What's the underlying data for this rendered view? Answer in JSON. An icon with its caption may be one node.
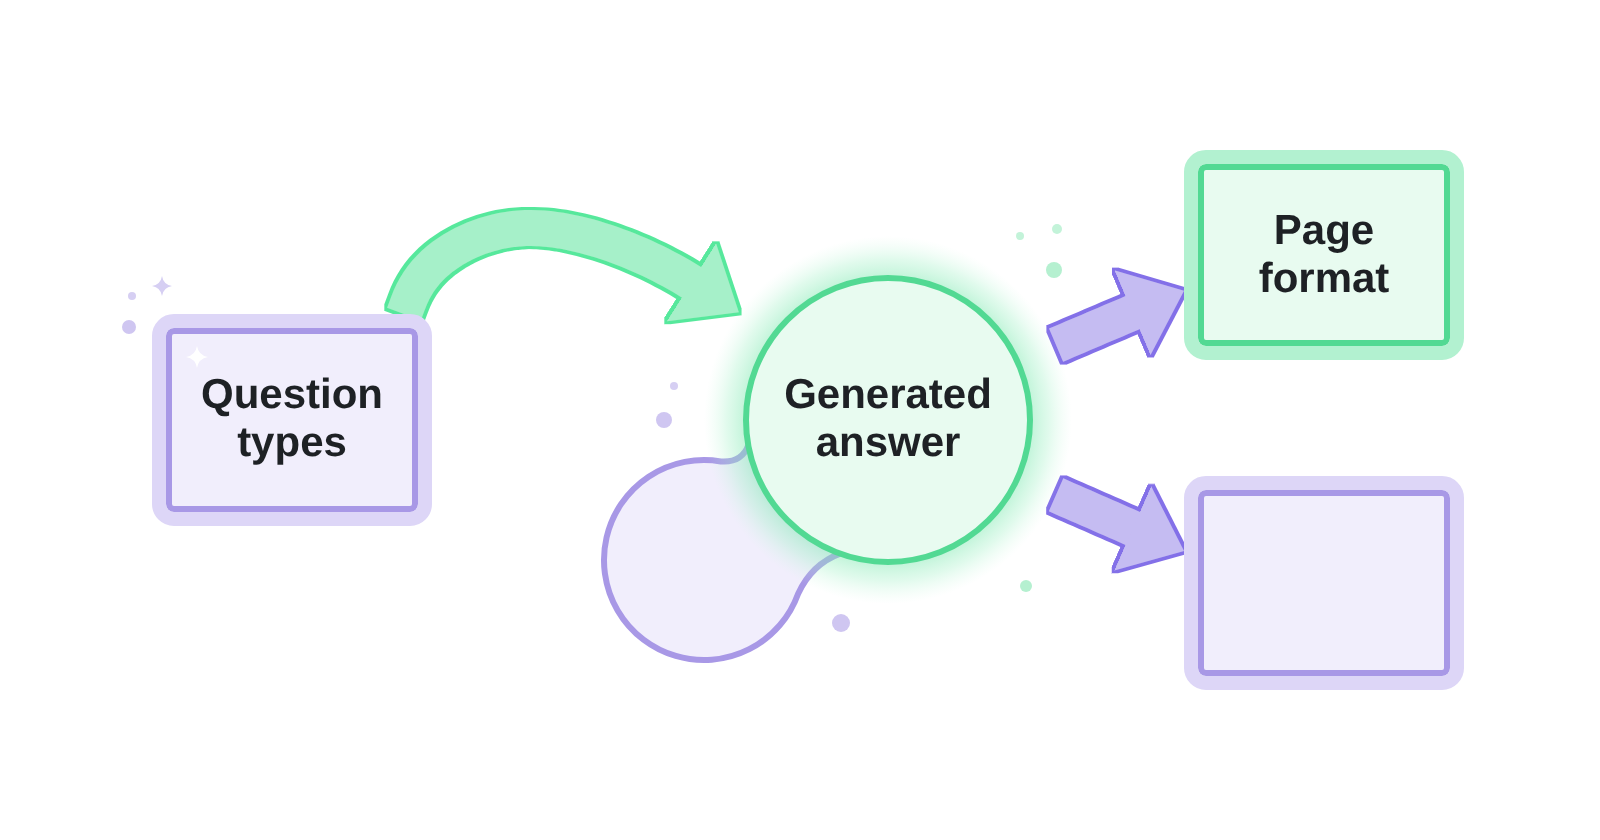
{
  "diagram": {
    "nodes": [
      {
        "text": [
          "Question types"
        ]
      },
      {
        "text": [
          "Generated answer"
        ]
      },
      {
        "text": [],
        "shape": "circle"
      },
      {
        "text": [
          "Page format"
        ]
      },
      {
        "text": [],
        "shape": "box"
      }
    ],
    "edges": [
      {
        "from": 0,
        "to": 1,
        "arrow": "to",
        "color": "#a6f0c9"
      },
      {
        "from": 1,
        "to": 3,
        "arrow": "to"
      },
      {
        "from": 1,
        "to": 4,
        "arrow": "to"
      }
    ]
  }
}
